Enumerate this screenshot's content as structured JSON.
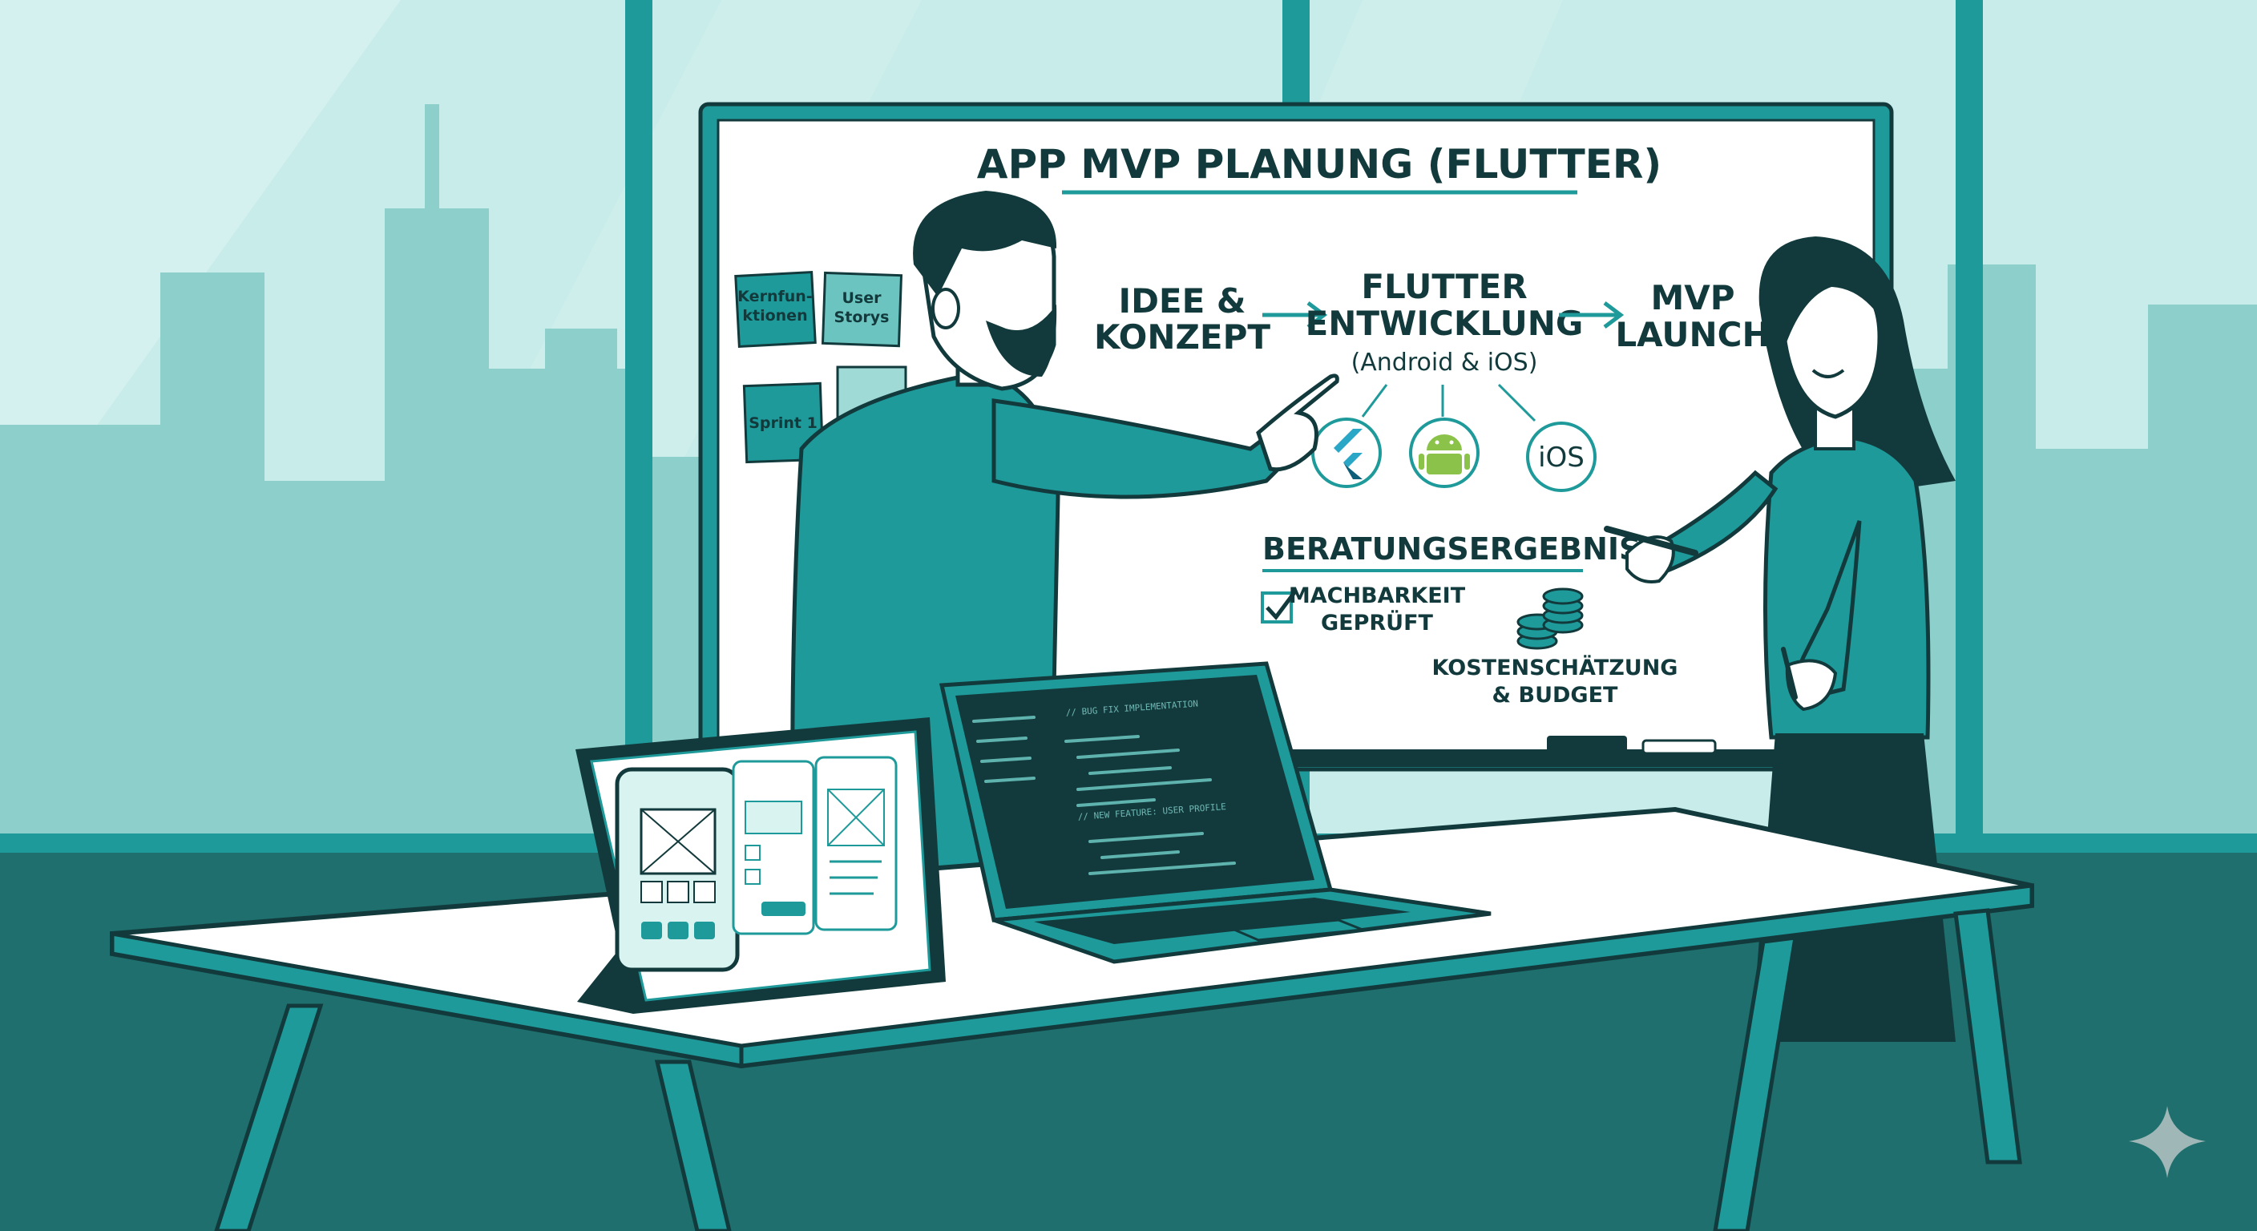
{
  "whiteboard": {
    "title": "APP MVP PLANUNG (FLUTTER)",
    "steps": [
      {
        "line1": "IDEE &",
        "line2": "KONZEPT"
      },
      {
        "line1": "FLUTTER",
        "line2": "ENTWICKLUNG",
        "sub": "(Android & iOS)"
      },
      {
        "line1": "MVP",
        "line2": "LAUNCH"
      }
    ],
    "platform_icons": [
      "flutter-icon",
      "android-icon",
      "ios-icon"
    ],
    "ios_label": "iOS",
    "results_title": "BERATUNGSERGEBNISSE",
    "results": {
      "feasibility": {
        "line1": "MACHBARKEIT",
        "line2": "GEPRÜFT"
      },
      "costs": {
        "line1": "KOSTENSCHÄTZUNG",
        "line2": "& BUDGET"
      }
    },
    "sticky_notes": [
      {
        "line1": "Kernfun-",
        "line2": "ktionen"
      },
      {
        "line1": "User",
        "line2": "Storys"
      },
      {
        "line1": "Sprint 1",
        "line2": ""
      },
      {
        "line1": "",
        "line2": ""
      }
    ]
  },
  "laptop": {
    "code_comments": [
      "// BUG FIX IMPLEMENTATION",
      "// NEW FEATURE: USER PROFILE"
    ]
  },
  "colors": {
    "teal": "#1f9a9a",
    "dark_teal": "#123a3c",
    "sky": "#bfe7e4",
    "skyline": "#8ccfcb",
    "whiteboard": "#ffffff",
    "android_green": "#8bc34a"
  }
}
